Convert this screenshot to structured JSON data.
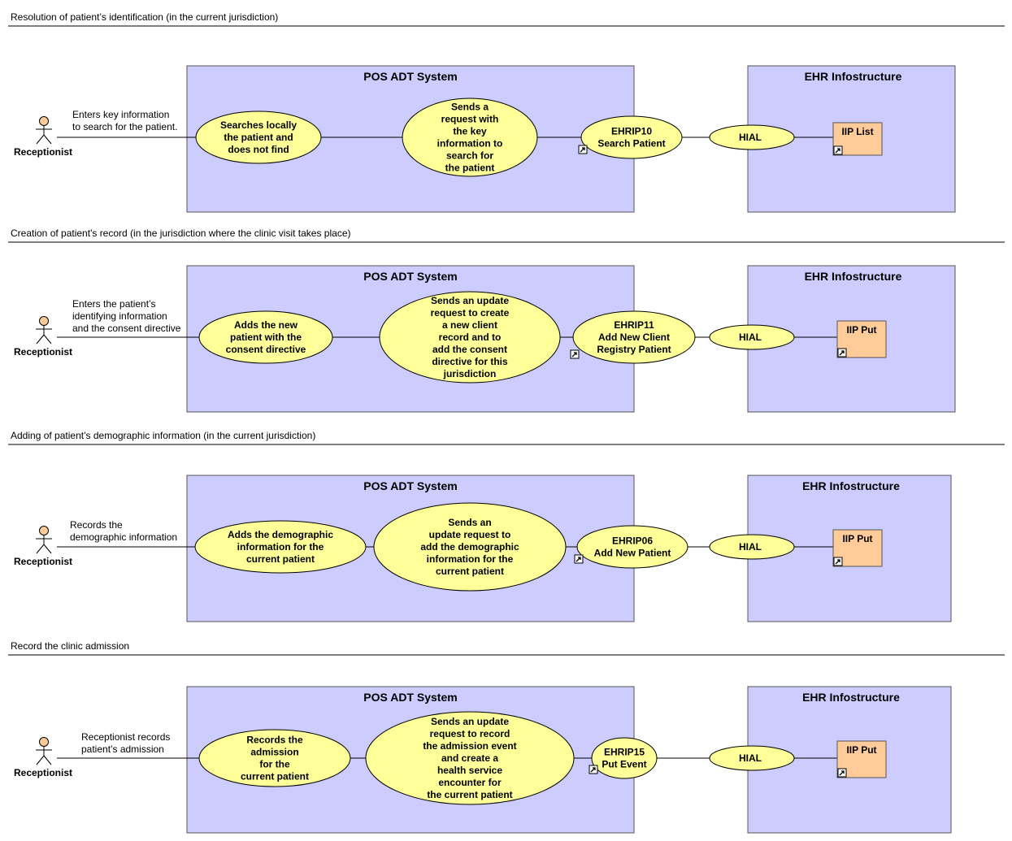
{
  "colors": {
    "system_fill": "#ccccff",
    "usecase_fill": "#ffff99",
    "component_fill": "#ffcc99",
    "line": "#000000"
  },
  "sections": [
    {
      "title": "Resolution of patient’s identification (in the current jurisdiction)",
      "actor": "Receptionist",
      "actor_label": [
        "Enters key information",
        "to search for the patient."
      ],
      "system": "POS ADT System",
      "local_usecase": [
        "Searches locally",
        "the patient and",
        "does not find"
      ],
      "request_usecase": [
        "Sends a",
        "request with",
        "the key",
        "information to",
        "search for",
        "the patient"
      ],
      "interaction": [
        "EHRIP10",
        "Search Patient"
      ],
      "infrastructure": "EHR Infostructure",
      "hial": "HIAL",
      "component": "IIP List"
    },
    {
      "title": "Creation of patient's record (in the jurisdiction where the clinic visit takes place)",
      "actor": "Receptionist",
      "actor_label": [
        "Enters the patient’s",
        "identifying information",
        "and the consent directive"
      ],
      "system": "POS ADT System",
      "local_usecase": [
        "Adds the new",
        "patient with the",
        "consent directive"
      ],
      "request_usecase": [
        "Sends an update",
        "request to create",
        "a new client",
        "record and to",
        "add the consent",
        "directive for this",
        "jurisdiction"
      ],
      "interaction": [
        "EHRIP11",
        "Add New Client",
        "Registry Patient"
      ],
      "infrastructure": "EHR Infostructure",
      "hial": "HIAL",
      "component": "IIP Put"
    },
    {
      "title": "Adding of patient’s demographic information (in the current jurisdiction)",
      "actor": "Receptionist",
      "actor_label": [
        "Records the",
        "demographic information"
      ],
      "system": "POS ADT System",
      "local_usecase": [
        "Adds the demographic",
        "information for the",
        "current patient"
      ],
      "request_usecase": [
        "Sends an",
        "update request to",
        "add the demographic",
        "information for the",
        "current patient"
      ],
      "interaction": [
        "EHRIP06",
        "Add New Patient"
      ],
      "infrastructure": "EHR Infostructure",
      "hial": "HIAL",
      "component": "IIP Put"
    },
    {
      "title": "Record the clinic admission",
      "actor": "Receptionist",
      "actor_label": [
        "Receptionist records",
        "patient’s admission"
      ],
      "system": "POS ADT System",
      "local_usecase": [
        "Records the",
        "admission",
        "for the",
        "current patient"
      ],
      "request_usecase": [
        "Sends an update",
        "request to record",
        "the admission event",
        "and create a",
        "health service",
        "encounter for",
        "the current patient"
      ],
      "interaction": [
        "EHRIP15",
        "Put Event"
      ],
      "infrastructure": "EHR Infostructure",
      "hial": "HIAL",
      "component": "IIP Put"
    }
  ]
}
